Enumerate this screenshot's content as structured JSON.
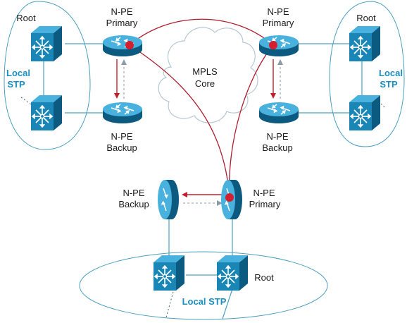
{
  "labels": {
    "core": [
      "MPLS",
      "Core"
    ],
    "npe": "N-PE",
    "primary": "Primary",
    "backup": "Backup",
    "root": "Root",
    "local_stp_top": [
      "Local",
      "STP"
    ],
    "local_stp_bottom": "Local STP"
  },
  "colors": {
    "device_front": "#1a86b5",
    "device_side": "#0d5a80",
    "device_top": "#48b1dd",
    "pseudowire": "#b01c2e",
    "pw_endpoint": "#d41f2f",
    "stp_text": "#1a8fc0",
    "cloud_stroke": "#b5c8d2"
  }
}
